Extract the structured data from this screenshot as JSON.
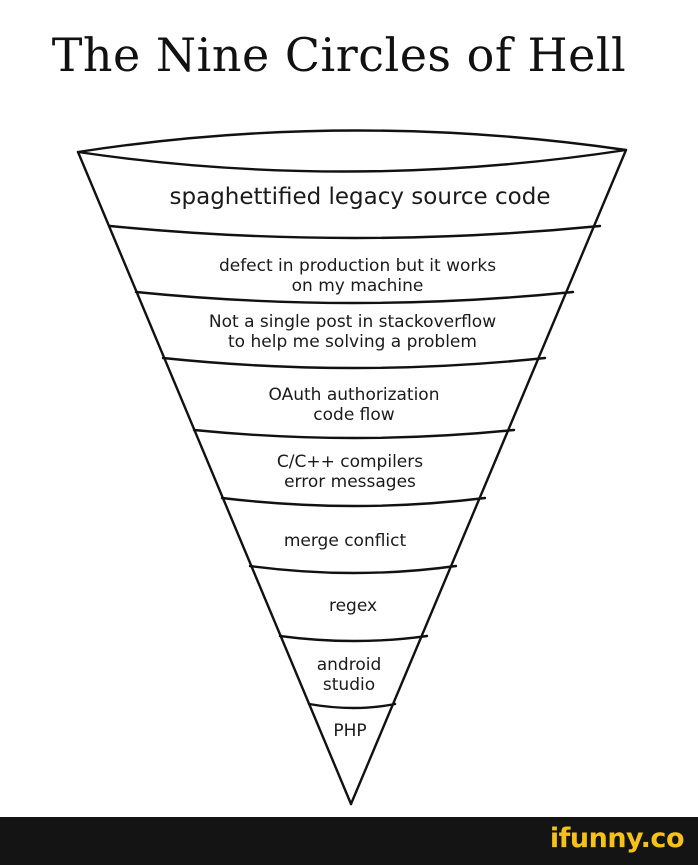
{
  "title": "The Nine Circles of Hell",
  "circles": [
    {
      "lines": [
        "spaghettified legacy source code"
      ]
    },
    {
      "lines": [
        "defect in production but it works",
        "on my machine"
      ]
    },
    {
      "lines": [
        "Not a single post in stackoverflow",
        "to help me solving a problem"
      ]
    },
    {
      "lines": [
        "OAuth authorization",
        "code flow"
      ]
    },
    {
      "lines": [
        "C/C++ compilers",
        "error messages"
      ]
    },
    {
      "lines": [
        "merge conflict"
      ]
    },
    {
      "lines": [
        "regex"
      ]
    },
    {
      "lines": [
        "android",
        "studio"
      ]
    },
    {
      "lines": [
        "PHP"
      ]
    }
  ],
  "footer": {
    "brand": "ifunny.co"
  },
  "colors": {
    "line": "#111111",
    "footer_bg": "#141414",
    "brand": "#f6c21a"
  }
}
